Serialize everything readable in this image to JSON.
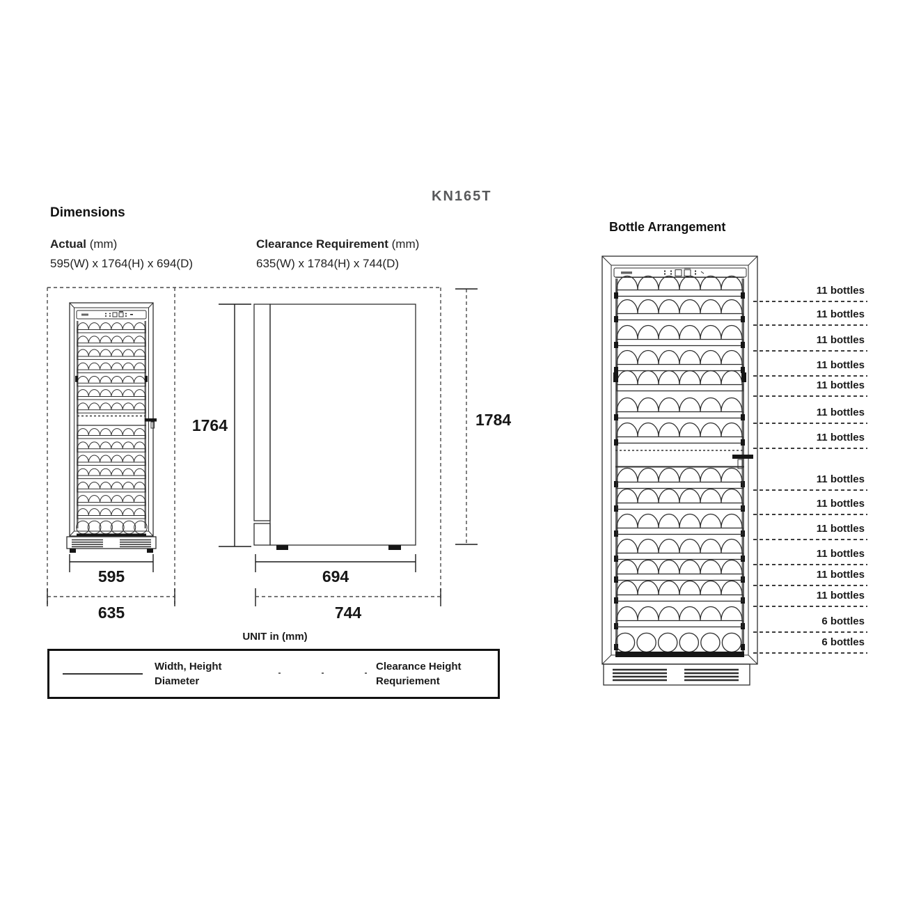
{
  "model": "KN165T",
  "dimensions": {
    "title": "Dimensions",
    "actual": {
      "label": "Actual",
      "unit": " (mm)",
      "value": "595(W) x 1764(H) x 694(D)"
    },
    "clearance": {
      "label": "Clearance Requirement",
      "unit": " (mm)",
      "value": "635(W) x 1784(H) x 744(D)"
    },
    "front": {
      "width": "595",
      "clearance_width": "635",
      "height": "1764"
    },
    "side": {
      "depth": "694",
      "clearance_depth": "744",
      "clearance_height": "1784"
    },
    "unit_note": "UNIT in (mm)"
  },
  "legend": {
    "solid_line1": "Width, Height",
    "solid_line2": "Diameter",
    "dashed_line1": "Clearance Height",
    "dashed_line2": "Requriement"
  },
  "bottle_arrangement": {
    "title": "Bottle Arrangement",
    "rows": [
      {
        "label": "11 bottles"
      },
      {
        "label": "11 bottles"
      },
      {
        "label": "11 bottles"
      },
      {
        "label": "11 bottles"
      },
      {
        "label": "11 bottles"
      },
      {
        "label": "11 bottles"
      },
      {
        "label": "11 bottles"
      },
      {
        "label": "11 bottles"
      },
      {
        "label": "11 bottles"
      },
      {
        "label": "11 bottles"
      },
      {
        "label": "11 bottles"
      },
      {
        "label": "11 bottles"
      },
      {
        "label": "11 bottles"
      },
      {
        "label": "6 bottles"
      },
      {
        "label": "6 bottles"
      }
    ]
  },
  "colors": {
    "line": "#2e2e2e",
    "model_text": "#58595b"
  }
}
